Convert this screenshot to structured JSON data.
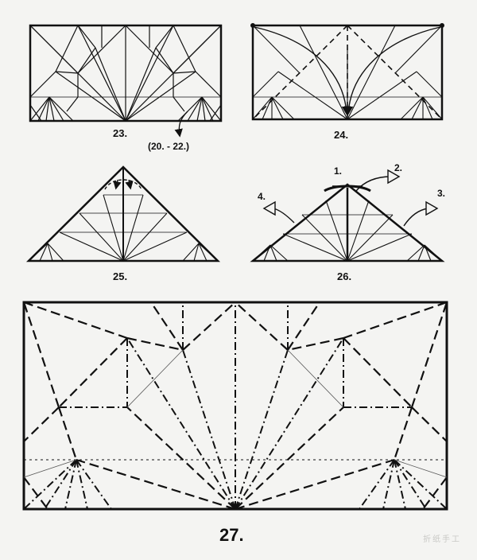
{
  "steps": {
    "s23": "23.",
    "s24": "24.",
    "s25": "25.",
    "s26": "26.",
    "s27": "27."
  },
  "reference_note": "(20. - 22.)",
  "arrow_labels": {
    "a1": "1.",
    "a2": "2.",
    "a3": "3.",
    "a4": "4."
  },
  "watermark": "折纸手工",
  "colors": {
    "line": "#111111",
    "paper": "#f4f4f2",
    "watermark": "#c9c9c6"
  }
}
